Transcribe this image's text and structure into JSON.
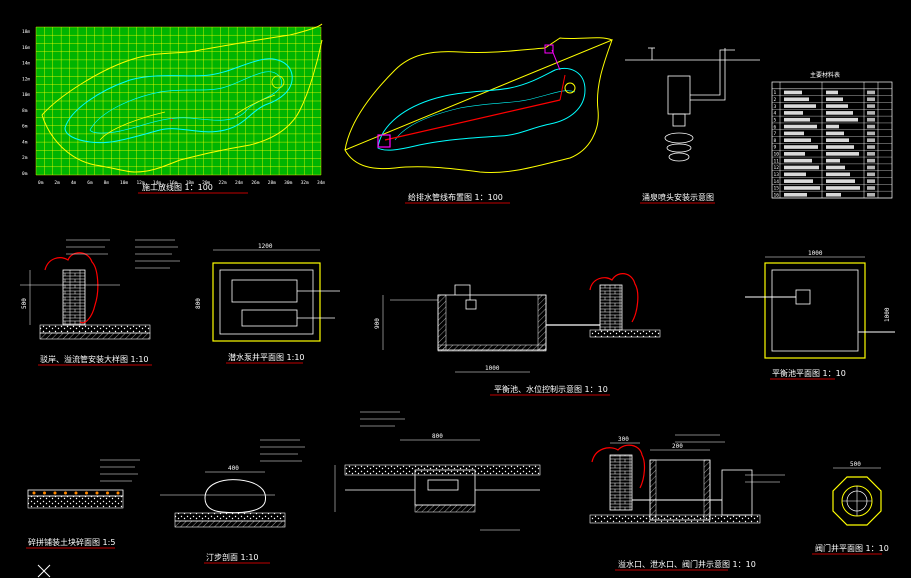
{
  "drawing": {
    "titles": {
      "grid_plan": "施工放线图  1：100",
      "pipe_plan": "给排水管线布置图  1：100",
      "nozzle": "涌泉喷头安装示意图",
      "section_a": "驳岸、溢流管安装大样图  1:10",
      "pump_plan": "潜水泵井平面图  1:10",
      "section_b": "平衡池、水位控制示意图  1：10",
      "balance_plan": "平衡池平面图  1：10",
      "path_section": "碎拼铺装土块碎面图  1:5",
      "stepping": "汀步剖面  1:10",
      "overflow": "溢水口、泄水口、阀门井示意图  1：10",
      "valve_plan": "阀门井平面图  1：10"
    },
    "table": {
      "title": "主要材料表",
      "row_numbers": [
        "1",
        "2",
        "3",
        "4",
        "5",
        "6",
        "7",
        "8",
        "9",
        "10",
        "11",
        "12",
        "13",
        "14",
        "15",
        "16"
      ]
    },
    "axes": {
      "y_ticks": [
        "18m",
        "16m",
        "14m",
        "12m",
        "10m",
        "8m",
        "6m",
        "4m",
        "2m",
        "0m"
      ],
      "x_ticks": [
        "0m",
        "2m",
        "4m",
        "6m",
        "8m",
        "10m",
        "12m",
        "14m",
        "16m",
        "18m",
        "20m",
        "22m",
        "24m",
        "26m",
        "28m",
        "30m",
        "32m",
        "34m"
      ]
    },
    "dims": {
      "pump_w": "1200",
      "pump_h": "800",
      "bal_w": "1000",
      "bal_h": "1000",
      "sec_w": "1000",
      "sec_h": "900",
      "sec_a_h": "500",
      "step_w": "400",
      "valve_d": "500",
      "over_a": "300",
      "over_b": "200",
      "over_c": "800"
    },
    "colors": {
      "background": "#000000",
      "grid_bg": "#00b400",
      "grid_line": "#ffff00",
      "contour": "#00ffff",
      "outline": "#ffff00",
      "pipe": "#ff0000",
      "rock": "#ff0000",
      "valve": "#ff00ff",
      "brick": "#ffffff"
    }
  }
}
